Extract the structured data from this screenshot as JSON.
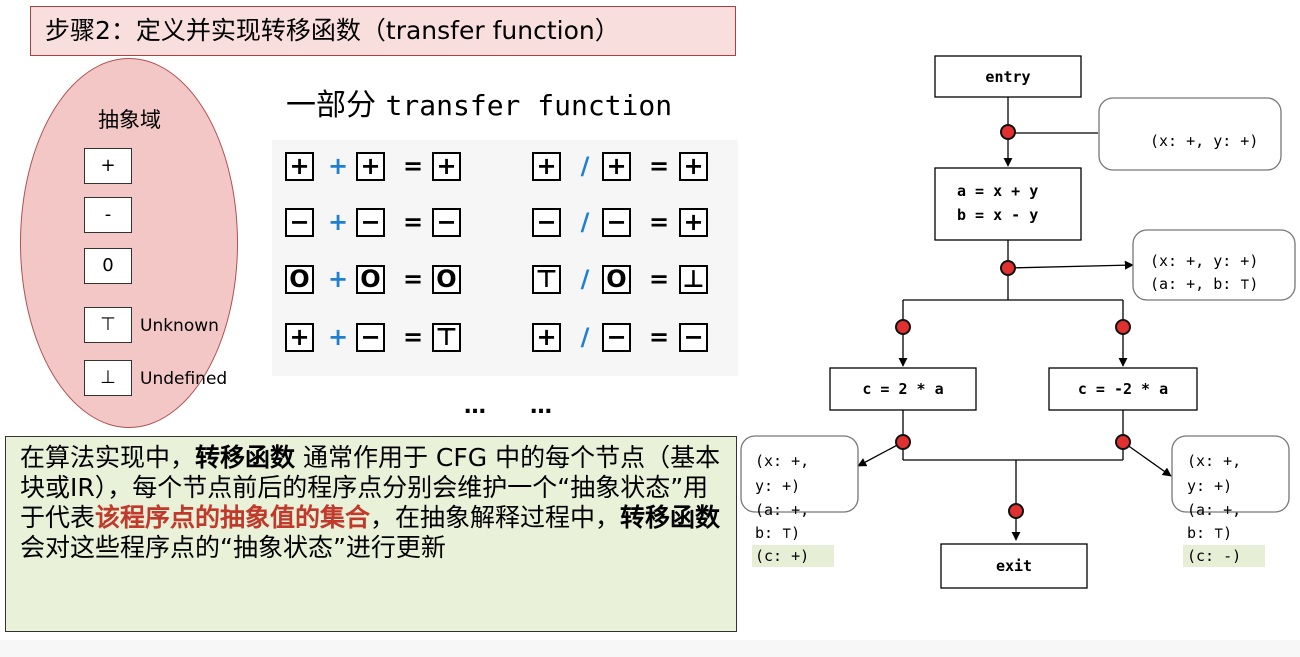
{
  "title": "步骤2：定义并实现转移函数（transfer function）",
  "domain": {
    "title": "抽象域",
    "items": [
      {
        "symbol": "+",
        "label": ""
      },
      {
        "symbol": "-",
        "label": ""
      },
      {
        "symbol": "0",
        "label": ""
      },
      {
        "symbol": "⊤",
        "label": "Unknown"
      },
      {
        "symbol": "⊥",
        "label": "Undefined"
      }
    ]
  },
  "tf_heading": {
    "prefix": "一部分",
    "mono": "transfer function"
  },
  "rules": [
    {
      "left": [
        "+",
        "+",
        "+",
        "+"
      ],
      "right": [
        "+",
        "/",
        "+",
        "+"
      ]
    },
    {
      "left": [
        "−",
        "+",
        "−",
        "−"
      ],
      "right": [
        "−",
        "/",
        "−",
        "+"
      ]
    },
    {
      "left": [
        "O",
        "+",
        "O",
        "O"
      ],
      "right": [
        "⊤",
        "/",
        "O",
        "⊥"
      ]
    },
    {
      "left": [
        "+",
        "+",
        "−",
        "⊤"
      ],
      "right": [
        "+",
        "/",
        "−",
        "−"
      ]
    }
  ],
  "ellipsis": [
    "…",
    "…"
  ],
  "note": {
    "p1": "在算法实现中，",
    "b1": "转移函数",
    "p2": " 通常作用于 CFG 中的每个节点（基本块或IR），每个节点前后的程序点分别会维护一个“抽象状态”用于代表",
    "r1": "该程序点的抽象值的集合",
    "p3": "，在抽象解释过程中，",
    "b2": "转移函数",
    "p4": " 会对这些程序点的“抽象状态”进行更新"
  },
  "cfg": {
    "entry": "entry",
    "block1": [
      "a = x + y",
      "b = x - y"
    ],
    "left_node": "c = 2 * a",
    "right_node": "c = -2 * a",
    "exit": "exit",
    "state1": "(x: +, y: +)",
    "state2": [
      "(x: +, y: +)",
      "(a: +, b: ⊤)"
    ],
    "state_left": [
      "(x: +,",
      "y: +)",
      "(a: +,",
      "b: ⊤)",
      "(c: +)"
    ],
    "state_right": [
      "(x: +,",
      "y: +)",
      "(a: +,",
      "b: ⊤)",
      "(c: -)"
    ]
  }
}
